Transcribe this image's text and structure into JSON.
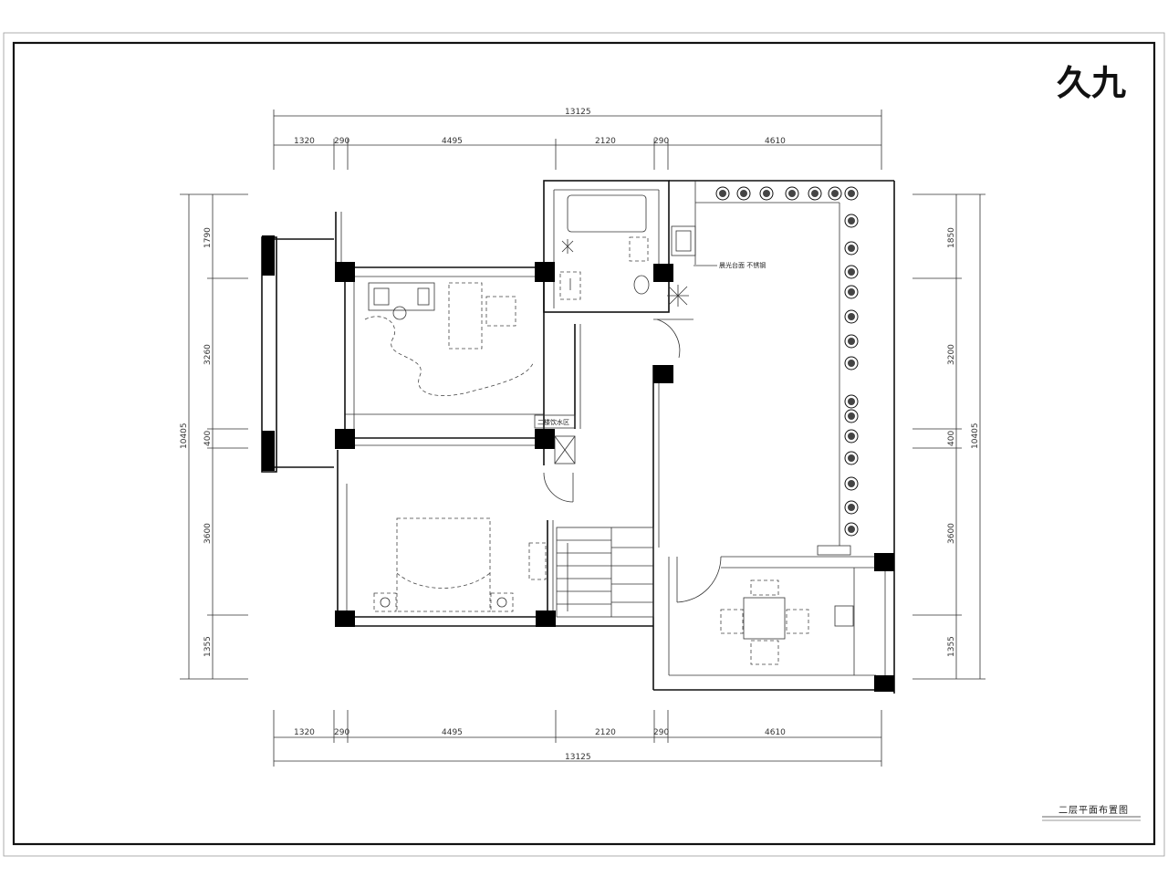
{
  "logo": "久九",
  "caption": "二层平面布置图",
  "labels": {
    "water": "二楼饮水区",
    "balcony_note": "晨光台面  不锈钢"
  },
  "dimensions": {
    "total_width": "13125",
    "top_segments": [
      "1320",
      "290",
      "4495",
      "2120",
      "290",
      "4610"
    ],
    "bottom_segments": [
      "1320",
      "290",
      "4495",
      "2120",
      "290",
      "4610"
    ],
    "left_total": "10405",
    "right_total": "10405",
    "left_segments": [
      "1790",
      "3260",
      "400",
      "3600",
      "1355"
    ],
    "right_segments": [
      "1850",
      "3200",
      "400",
      "3600",
      "1355"
    ]
  },
  "colors": {
    "line": "#111111",
    "column": "#000000",
    "background": "#ffffff"
  },
  "icons": [
    "plant-icon",
    "column-icon",
    "door-swing-icon",
    "toilet-icon",
    "bathtub-icon",
    "bed-icon",
    "sofa-icon",
    "dining-table-icon",
    "stair-icon"
  ]
}
